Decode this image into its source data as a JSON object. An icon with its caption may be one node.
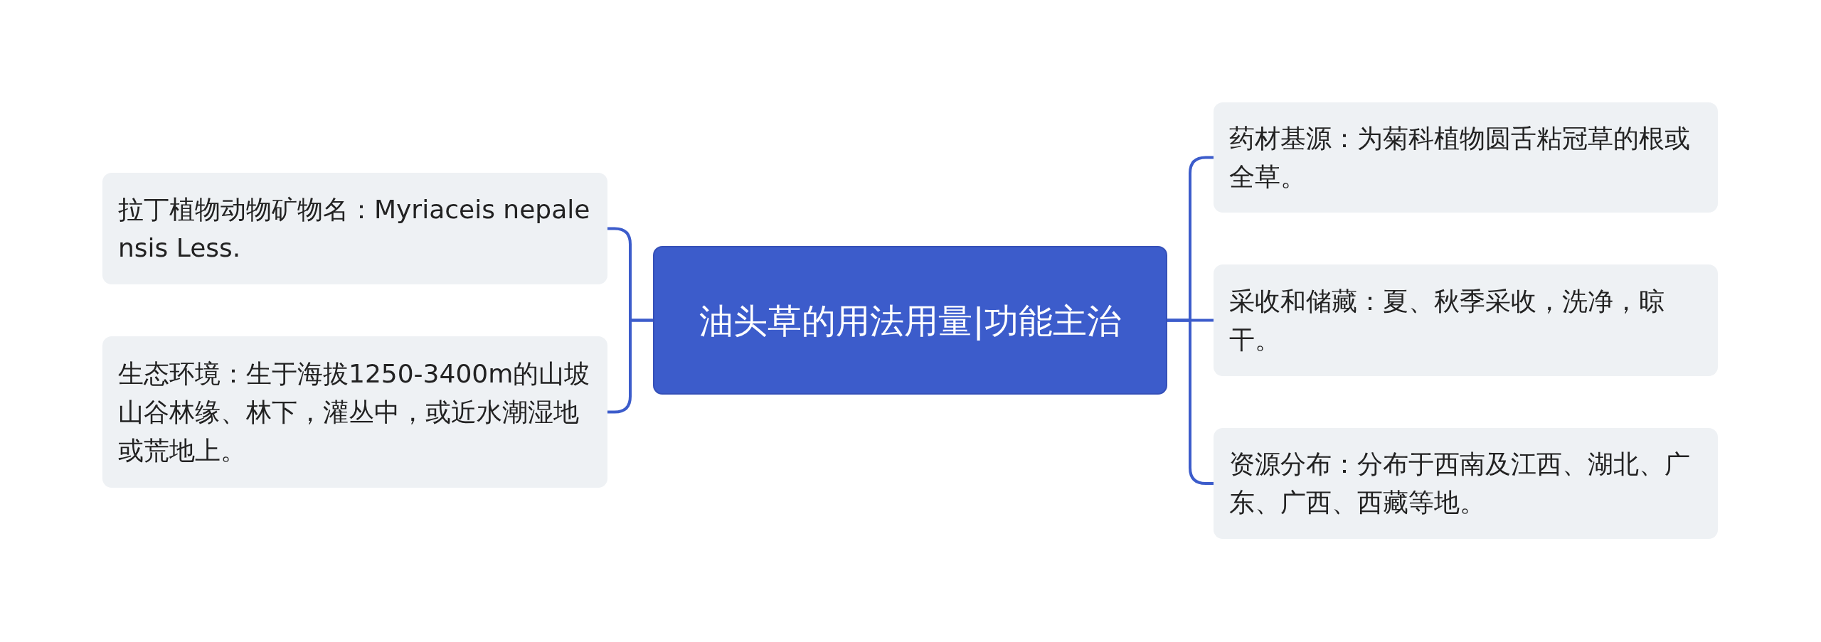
{
  "diagram": {
    "nodes": [
      {
        "text": [
          "油头草的用法用量|功能主治"
        ]
      },
      {
        "text": [
          "拉丁植物动物矿物名：Myriaceis nepalensis Less."
        ]
      },
      {
        "text": [
          "生态环境：生于海拔1250-3400m的山坡山谷林缘、林下，灌丛中，或近水潮湿地或荒地上。"
        ]
      },
      {
        "text": [
          "药材基源：为菊科植物圆舌粘冠草的根或全草。"
        ]
      },
      {
        "text": [
          "采收和储藏：夏、秋季采收，洗净，晾干。"
        ]
      },
      {
        "text": [
          "资源分布：分布于西南及江西、湖北、广东、广西、西藏等地。"
        ]
      }
    ],
    "edges": [
      {
        "from": 0,
        "to": 1,
        "arrow": "none"
      },
      {
        "from": 0,
        "to": 2,
        "arrow": "none"
      },
      {
        "from": 0,
        "to": 3,
        "arrow": "none"
      },
      {
        "from": 0,
        "to": 4,
        "arrow": "none"
      },
      {
        "from": 0,
        "to": 5,
        "arrow": "none"
      }
    ]
  }
}
